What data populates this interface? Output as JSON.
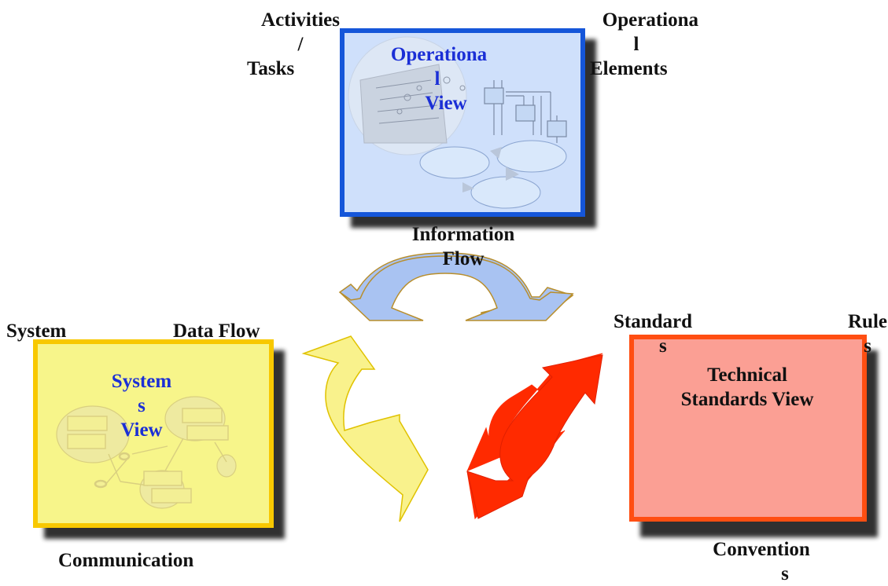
{
  "operational": {
    "title_lines": [
      "Operationa",
      "l",
      "View"
    ],
    "label_left": [
      "Activities",
      "/",
      "Tasks"
    ],
    "label_right": [
      "Operationa",
      "l",
      "Elements"
    ],
    "label_bottom": [
      "Information",
      "Flow"
    ],
    "border_color": "#1556d9",
    "fill_color": "#cfe0fb"
  },
  "systems": {
    "title_lines": [
      "System",
      "s",
      "View"
    ],
    "label_top_left": "System",
    "label_top_right": "Data Flow",
    "label_bottom": "Communication",
    "border_color": "#f8c800",
    "fill_color": "#f7f58a"
  },
  "technical": {
    "title_lines": [
      "Technical",
      "Standards View"
    ],
    "label_top_left": [
      "Standard",
      "s"
    ],
    "label_top_right": [
      "Rule",
      "s"
    ],
    "label_bottom": [
      "Convention",
      "s"
    ],
    "border_color": "#ff4e12",
    "fill_color": "#fb9f94"
  },
  "arrows": {
    "top_color": "#a9c3f2",
    "left_color": "#f9f28c",
    "right_color": "#ff2a00"
  }
}
